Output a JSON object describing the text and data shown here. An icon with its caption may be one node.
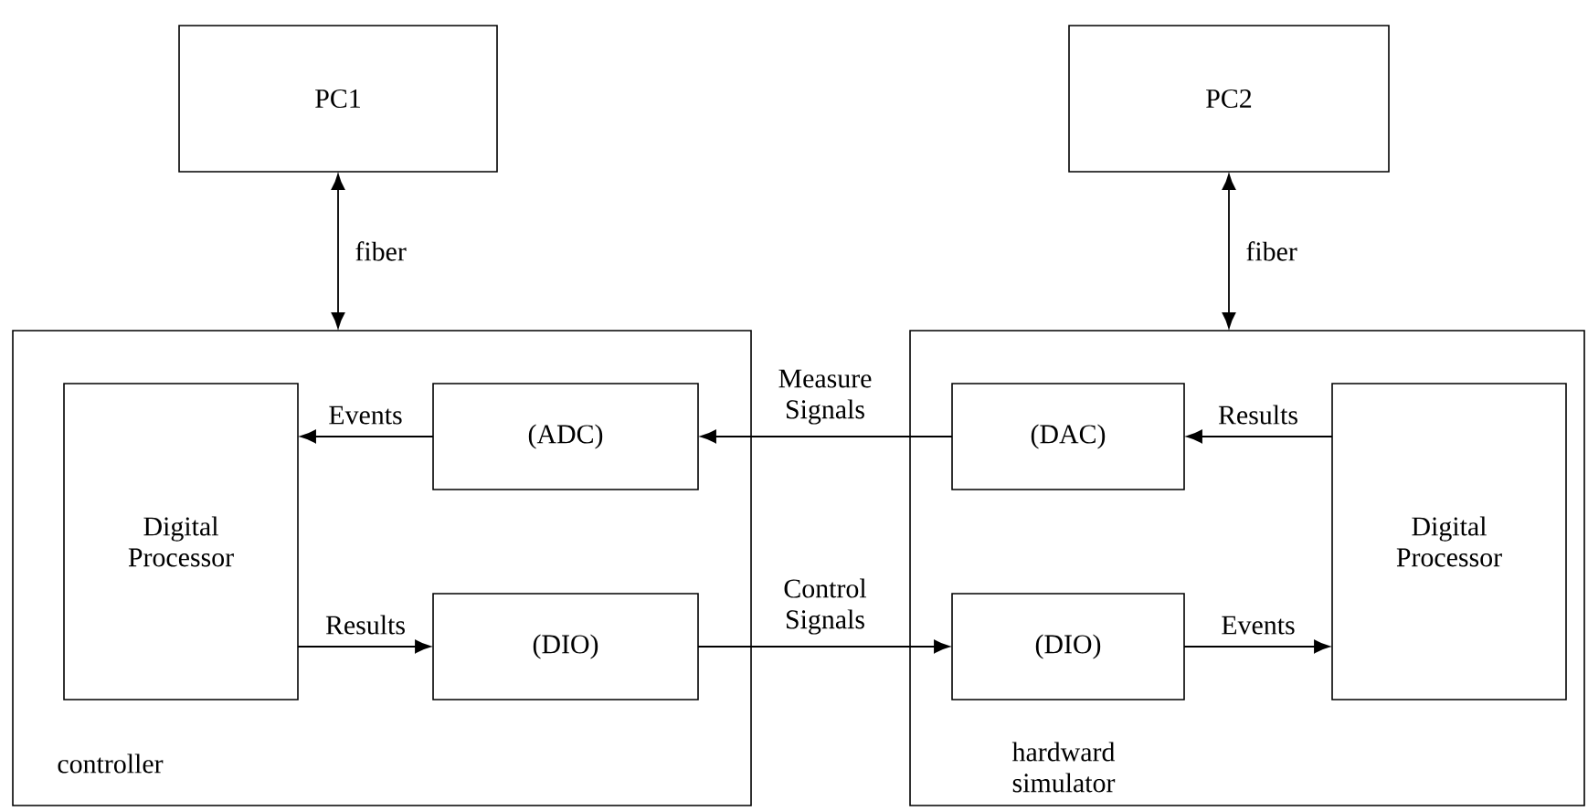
{
  "diagram": {
    "nodes": [
      {
        "text": [
          "PC1"
        ]
      },
      {
        "text": [
          "PC2"
        ]
      },
      {
        "text": [
          "controller"
        ]
      },
      {
        "text": [
          "Digital Processor"
        ],
        "in": 2
      },
      {
        "text": [
          "(ADC)"
        ],
        "in": 2
      },
      {
        "text": [
          "(DIO)"
        ],
        "in": 2
      },
      {
        "text": [
          "hardward simulator"
        ]
      },
      {
        "text": [
          "(DAC)"
        ],
        "in": 6
      },
      {
        "text": [
          "(DIO)"
        ],
        "in": 6
      },
      {
        "text": [
          "Digital Processor"
        ],
        "in": 6
      }
    ],
    "edges": [
      {
        "from": 0,
        "to": 2,
        "arrow": "both",
        "label": "fiber"
      },
      {
        "from": 1,
        "to": 6,
        "arrow": "both",
        "label": "fiber"
      },
      {
        "from": 4,
        "to": 3,
        "arrow": "to",
        "label": "Events"
      },
      {
        "from": 3,
        "to": 5,
        "arrow": "to",
        "label": "Results"
      },
      {
        "from": 7,
        "to": 4,
        "arrow": "to",
        "label": "Measure Signals"
      },
      {
        "from": 5,
        "to": 8,
        "arrow": "to",
        "label": "Control Signals"
      },
      {
        "from": 9,
        "to": 7,
        "arrow": "to",
        "label": "Results"
      },
      {
        "from": 8,
        "to": 9,
        "arrow": "to",
        "label": "Events"
      }
    ]
  }
}
